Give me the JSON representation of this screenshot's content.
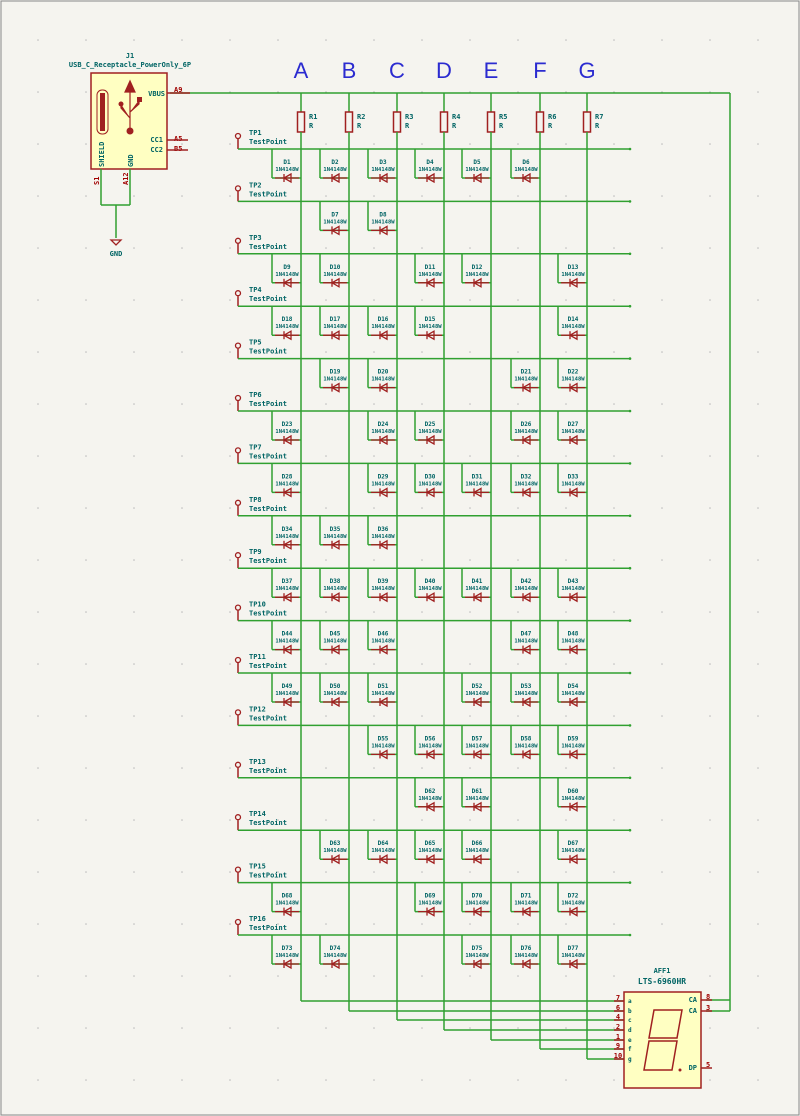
{
  "columns": [
    "A",
    "B",
    "C",
    "D",
    "E",
    "F",
    "G"
  ],
  "resistors": [
    {
      "ref": "R1",
      "value": "R"
    },
    {
      "ref": "R2",
      "value": "R"
    },
    {
      "ref": "R3",
      "value": "R"
    },
    {
      "ref": "R4",
      "value": "R"
    },
    {
      "ref": "R5",
      "value": "R"
    },
    {
      "ref": "R6",
      "value": "R"
    },
    {
      "ref": "R7",
      "value": "R"
    }
  ],
  "testpoint_value": "TestPoint",
  "diode_value": "1N4148W",
  "rows": [
    {
      "tp": "TP1",
      "diodes": [
        [
          "A",
          "D1"
        ],
        [
          "B",
          "D2"
        ],
        [
          "C",
          "D3"
        ],
        [
          "D",
          "D4"
        ],
        [
          "E",
          "D5"
        ],
        [
          "F",
          "D6"
        ]
      ]
    },
    {
      "tp": "TP2",
      "diodes": [
        [
          "B",
          "D7"
        ],
        [
          "C",
          "D8"
        ]
      ]
    },
    {
      "tp": "TP3",
      "diodes": [
        [
          "A",
          "D9"
        ],
        [
          "B",
          "D10"
        ],
        [
          "D",
          "D11"
        ],
        [
          "E",
          "D12"
        ],
        [
          "G",
          "D13"
        ]
      ]
    },
    {
      "tp": "TP4",
      "diodes": [
        [
          "A",
          "D18"
        ],
        [
          "B",
          "D17"
        ],
        [
          "C",
          "D16"
        ],
        [
          "D",
          "D15"
        ],
        [
          "G",
          "D14"
        ]
      ]
    },
    {
      "tp": "TP5",
      "diodes": [
        [
          "B",
          "D19"
        ],
        [
          "C",
          "D20"
        ],
        [
          "F",
          "D21"
        ],
        [
          "G",
          "D22"
        ]
      ]
    },
    {
      "tp": "TP6",
      "diodes": [
        [
          "A",
          "D23"
        ],
        [
          "C",
          "D24"
        ],
        [
          "D",
          "D25"
        ],
        [
          "F",
          "D26"
        ],
        [
          "G",
          "D27"
        ]
      ]
    },
    {
      "tp": "TP7",
      "diodes": [
        [
          "A",
          "D28"
        ],
        [
          "C",
          "D29"
        ],
        [
          "D",
          "D30"
        ],
        [
          "E",
          "D31"
        ],
        [
          "F",
          "D32"
        ],
        [
          "G",
          "D33"
        ]
      ]
    },
    {
      "tp": "TP8",
      "diodes": [
        [
          "A",
          "D34"
        ],
        [
          "B",
          "D35"
        ],
        [
          "C",
          "D36"
        ]
      ]
    },
    {
      "tp": "TP9",
      "diodes": [
        [
          "A",
          "D37"
        ],
        [
          "B",
          "D38"
        ],
        [
          "C",
          "D39"
        ],
        [
          "D",
          "D40"
        ],
        [
          "E",
          "D41"
        ],
        [
          "F",
          "D42"
        ],
        [
          "G",
          "D43"
        ]
      ]
    },
    {
      "tp": "TP10",
      "diodes": [
        [
          "A",
          "D44"
        ],
        [
          "B",
          "D45"
        ],
        [
          "C",
          "D46"
        ],
        [
          "F",
          "D47"
        ],
        [
          "G",
          "D48"
        ]
      ]
    },
    {
      "tp": "TP11",
      "diodes": [
        [
          "A",
          "D49"
        ],
        [
          "B",
          "D50"
        ],
        [
          "C",
          "D51"
        ],
        [
          "E",
          "D52"
        ],
        [
          "F",
          "D53"
        ],
        [
          "G",
          "D54"
        ]
      ]
    },
    {
      "tp": "TP12",
      "diodes": [
        [
          "C",
          "D55"
        ],
        [
          "D",
          "D56"
        ],
        [
          "E",
          "D57"
        ],
        [
          "F",
          "D58"
        ],
        [
          "G",
          "D59"
        ]
      ]
    },
    {
      "tp": "TP13",
      "diodes": [
        [
          "D",
          "D62"
        ],
        [
          "E",
          "D61"
        ],
        [
          "G",
          "D60"
        ]
      ]
    },
    {
      "tp": "TP14",
      "diodes": [
        [
          "B",
          "D63"
        ],
        [
          "C",
          "D64"
        ],
        [
          "D",
          "D65"
        ],
        [
          "E",
          "D66"
        ],
        [
          "G",
          "D67"
        ]
      ]
    },
    {
      "tp": "TP15",
      "diodes": [
        [
          "A",
          "D68"
        ],
        [
          "D",
          "D69"
        ],
        [
          "E",
          "D70"
        ],
        [
          "F",
          "D71"
        ],
        [
          "G",
          "D72"
        ]
      ]
    },
    {
      "tp": "TP16",
      "diodes": [
        [
          "A",
          "D73"
        ],
        [
          "B",
          "D74"
        ],
        [
          "E",
          "D75"
        ],
        [
          "F",
          "D76"
        ],
        [
          "G",
          "D77"
        ]
      ]
    }
  ],
  "connector": {
    "ref": "J1",
    "value": "USB_C_Receptacle_PowerOnly_6P",
    "pins": {
      "vbus": "VBUS",
      "vbus_num": "A9",
      "cc1": "CC1",
      "cc1_num": "A5",
      "cc2": "CC2",
      "cc2_num": "B5",
      "shield": "SHIELD",
      "shield_num": "S1",
      "gnd": "GND",
      "gnd_num": "A12"
    },
    "gnd_symbol": "GND"
  },
  "display": {
    "ref": "AFF1",
    "value": "LTS-6960HR",
    "seg_pins": [
      [
        "7",
        "a"
      ],
      [
        "6",
        "b"
      ],
      [
        "4",
        "c"
      ],
      [
        "2",
        "d"
      ],
      [
        "1",
        "e"
      ],
      [
        "9",
        "f"
      ],
      [
        "10",
        "g"
      ]
    ],
    "ca_pins": [
      [
        "8",
        "CA"
      ],
      [
        "3",
        "CA"
      ]
    ],
    "dp": [
      "5",
      "DP"
    ]
  },
  "colors": {
    "wire": "#30a030",
    "symbol": "#a02020",
    "fill": "#ffffc2",
    "text": "#006464",
    "label": "#2b2bd0"
  }
}
